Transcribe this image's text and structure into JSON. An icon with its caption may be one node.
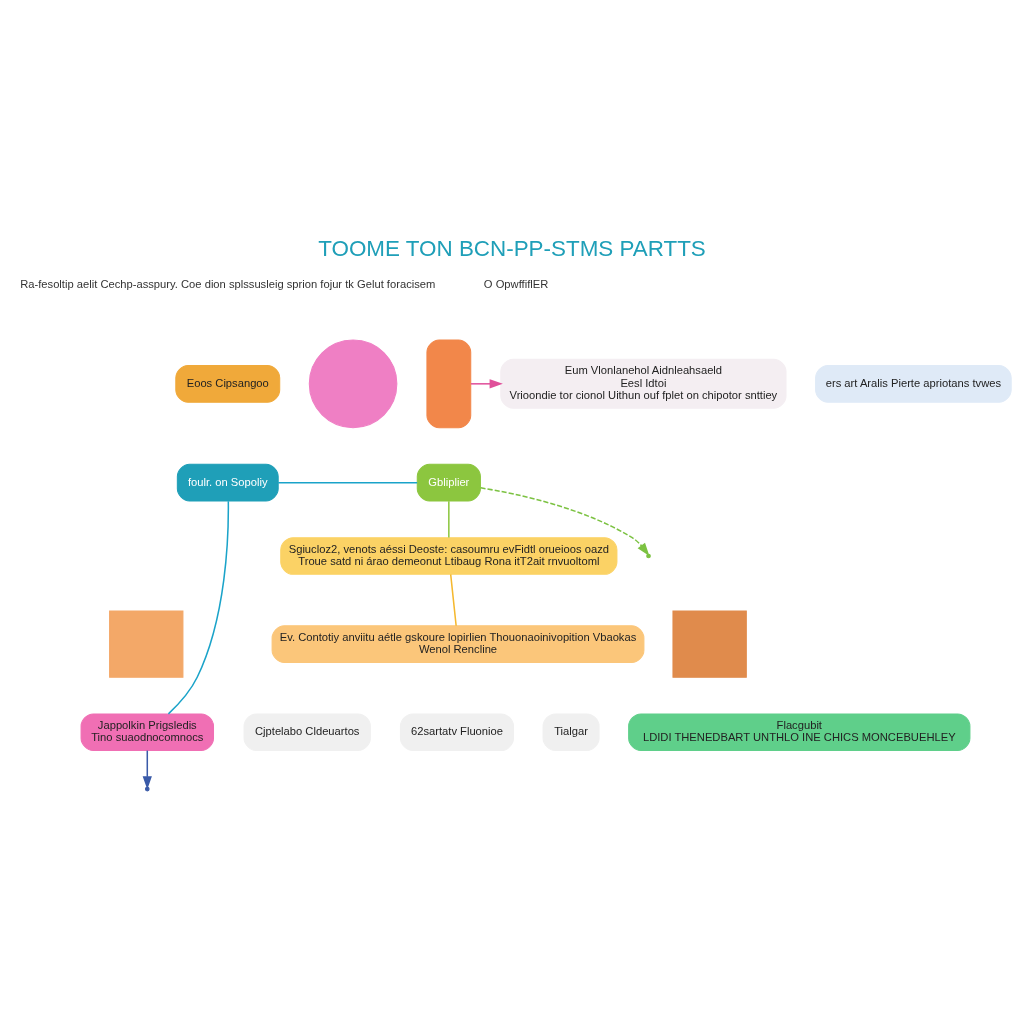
{
  "diagram": {
    "title": "TOOME TON BCN-PP-STMS PARTTS",
    "nodes": [
      {
        "text": [
          "Eoos Cipsangoo"
        ]
      },
      {
        "text": [],
        "shape": "circle"
      },
      {
        "text": [],
        "shape": "box"
      },
      {
        "text": [
          "Eum Vlonlanehol Aidnleahsaeld",
          "Eesl Idtoi",
          "Vrioondie tor cionol Uithun ouf fplet on chipotor snttiey"
        ]
      },
      {
        "text": [
          "ers art Aralis Pierte apriotans tvwes"
        ]
      },
      {
        "text": [
          "foulr. on Sopoliy"
        ]
      },
      {
        "text": [
          "Gbliplier"
        ]
      },
      {
        "text": [
          "Sgiucloz2, venots aéssi Deoste: casoumru evFidtl orueioos oazd",
          "Troue satd ni árao demeonut Ltibaug Rona itT2ait rnvuoltoml"
        ]
      },
      {
        "text": [],
        "shape": "box"
      },
      {
        "text": [],
        "shape": "box"
      },
      {
        "text": [
          "Ev. Contotiy anviitu aétle gskoure lopirlien Thouonaoinivopition Vbaokas",
          "Wenol Rencline"
        ]
      },
      {
        "text": [
          "Flacgubit",
          "LDIDI THENEDBART UNTHLO INE CHICS MONCEBUEHLEY"
        ]
      },
      {
        "text": [
          "Cjptelabo Cldeuartos"
        ]
      },
      {
        "text": [
          "62sartatv Fluonioe"
        ]
      },
      {
        "text": [
          "Tialgar"
        ]
      },
      {
        "text": [
          "Jappolkin Prigsledis",
          "Tino suaodnocomnocs"
        ]
      }
    ],
    "edges": [
      {
        "from": 2,
        "to": 3,
        "arrow": "to",
        "color": "#e0509a"
      },
      {
        "from": 5,
        "to": 6,
        "arrow": "none",
        "color": "#1aa3c9"
      },
      {
        "from": 6,
        "to": 7,
        "arrow": "none",
        "color": "#8cc63f"
      },
      {
        "from": 6,
        "to": null,
        "arrow": "to",
        "style": "dashed",
        "color": "#7cc242"
      },
      {
        "from": 5,
        "to": 15,
        "arrow": "none",
        "color": "#1aa3c9"
      },
      {
        "from": 7,
        "to": 10,
        "arrow": "none",
        "color": "#f5b82e"
      },
      {
        "from": 15,
        "to": null,
        "arrow": "to",
        "color": "#3a5aa8"
      }
    ],
    "labels": [
      "Ra-fesoltip aelit Cechp-asspury. Coe dion splssusleig sprion fojur tk Gelut foracisem",
      "O OpwffiflER"
    ]
  }
}
